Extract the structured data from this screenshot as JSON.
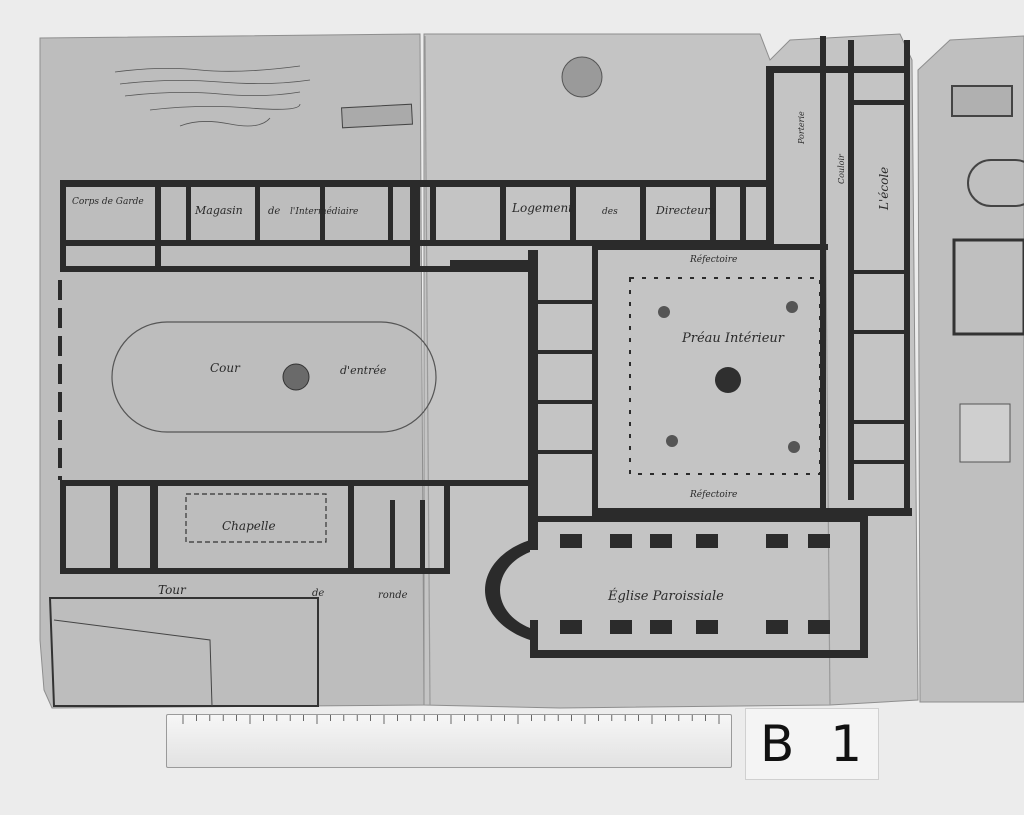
{
  "plan": {
    "labels": {
      "corps_de_garde": "Corps de Garde",
      "magasin": "Magasin",
      "de": "de",
      "intermediaire": "l'Intermédiaire",
      "logement": "Logement",
      "des": "des",
      "directeurs": "Directeurs",
      "refectoire_top": "Réfectoire",
      "refectoire_bottom": "Réfectoire",
      "preau_interieur": "Préau Intérieur",
      "cour": "Cour",
      "d_entree": "d'entrée",
      "chapelle": "Chapelle",
      "tour": "Tour",
      "de_2": "de",
      "ronde": "ronde",
      "eglise": "Église Paroissiale",
      "ecole": "L'école",
      "couloir": "Couloir",
      "porterie": "Porterie"
    }
  },
  "sheet_code": "B 1"
}
